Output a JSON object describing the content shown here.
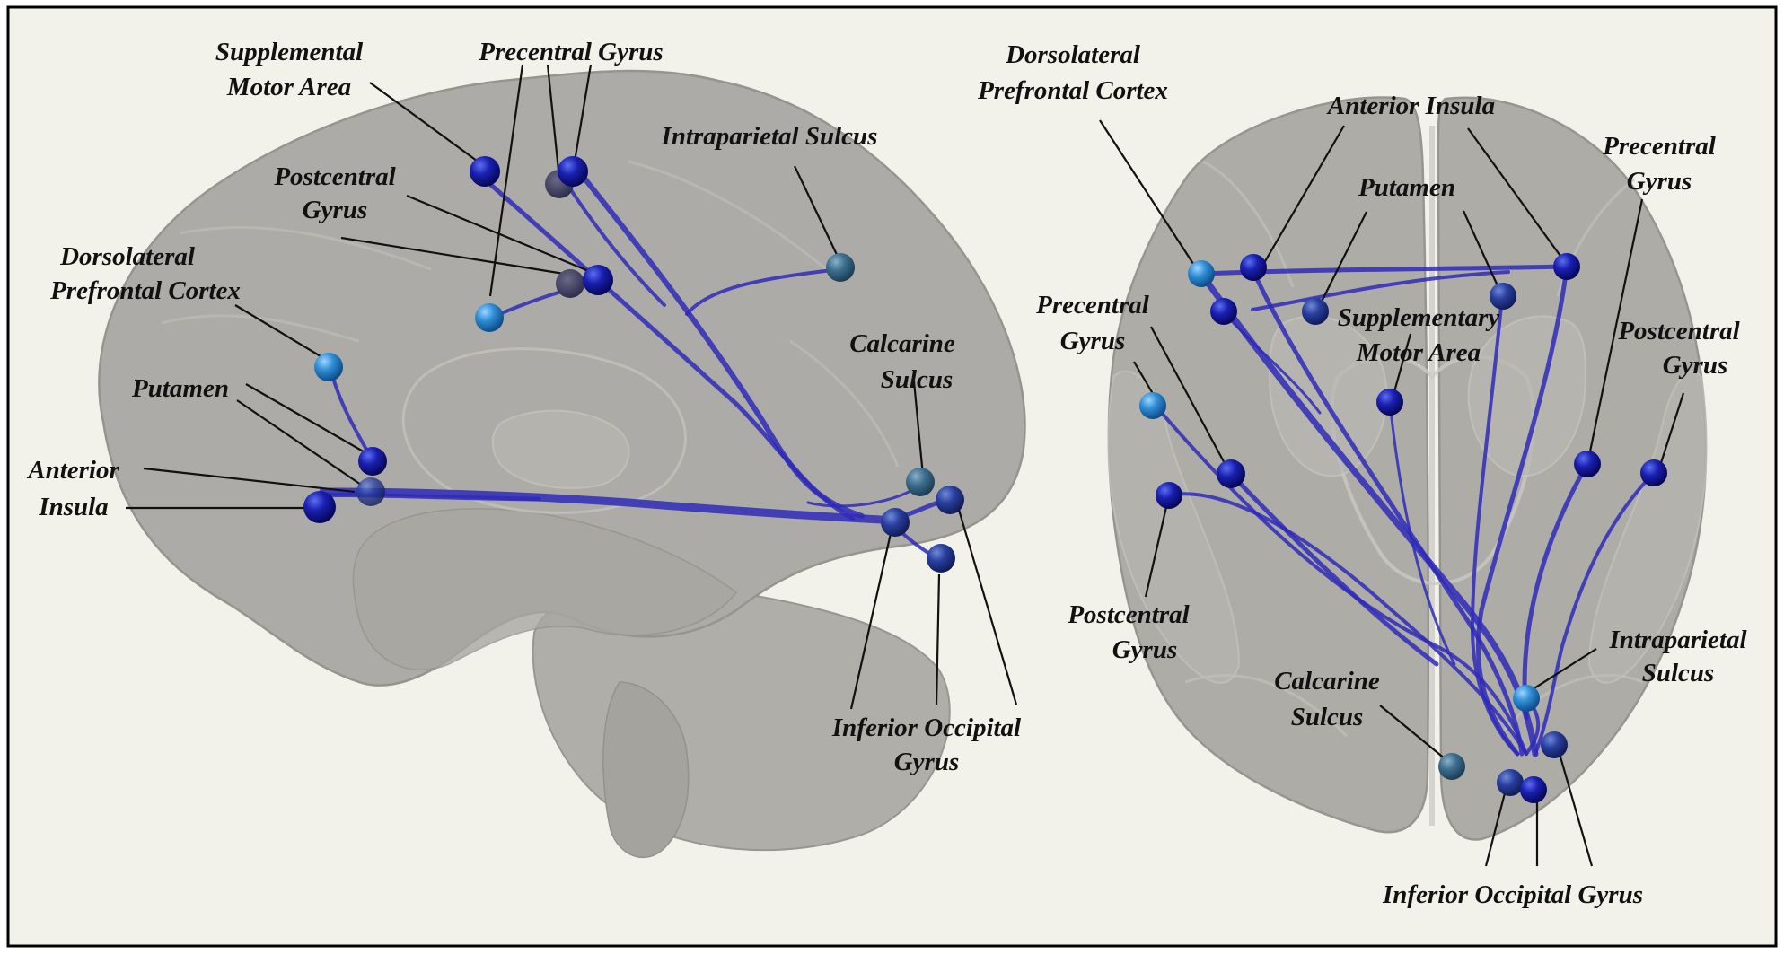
{
  "figure": {
    "panels": [
      {
        "name": "sagittal-view",
        "labels": {
          "supplemental_motor_area_1": "Supplemental",
          "supplemental_motor_area_2": "Motor Area",
          "precentral_gyrus": "Precentral  Gyrus",
          "intraparietal_sulcus": "Intraparietal Sulcus",
          "postcentral_gyrus_1": "Postcentral",
          "postcentral_gyrus_2": "Gyrus",
          "dlpfc_1": "Dorsolateral",
          "dlpfc_2": "Prefrontal Cortex",
          "putamen": "Putamen",
          "calcarine_sulcus_1": "Calcarine",
          "calcarine_sulcus_2": "Sulcus",
          "anterior_insula_1": "Anterior",
          "anterior_insula_2": "Insula",
          "inferior_occipital_gyrus_1": "Inferior Occipital",
          "inferior_occipital_gyrus_2": "Gyrus"
        }
      },
      {
        "name": "axial-view",
        "labels": {
          "dlpfc_1": "Dorsolateral",
          "dlpfc_2": "Prefrontal Cortex",
          "anterior_insula": "Anterior Insula",
          "putamen": "Putamen",
          "precentral_gyrus_right_1": "Precentral",
          "precentral_gyrus_right_2": "Gyrus",
          "precentral_gyrus_left_1": "Precentral",
          "precentral_gyrus_left_2": "Gyrus",
          "supplementary_motor_area_1": "Supplementary",
          "supplementary_motor_area_2": "Motor Area",
          "postcentral_gyrus_right_1": "Postcentral",
          "postcentral_gyrus_right_2": "Gyrus",
          "postcentral_gyrus_left_1": "Postcentral",
          "postcentral_gyrus_left_2": "Gyrus",
          "intraparietal_sulcus_1": "Intraparietal",
          "intraparietal_sulcus_2": "Sulcus",
          "calcarine_sulcus_1": "Calcarine",
          "calcarine_sulcus_2": "Sulcus",
          "inferior_occipital_gyrus": "Inferior Occipital  Gyrus"
        }
      }
    ],
    "colors": {
      "background": "#f2f2ea",
      "brain": "#a7a5a0",
      "tract": "#2f2ab8",
      "node_dark": "#14149a",
      "node_light": "#2e8fd6"
    }
  }
}
